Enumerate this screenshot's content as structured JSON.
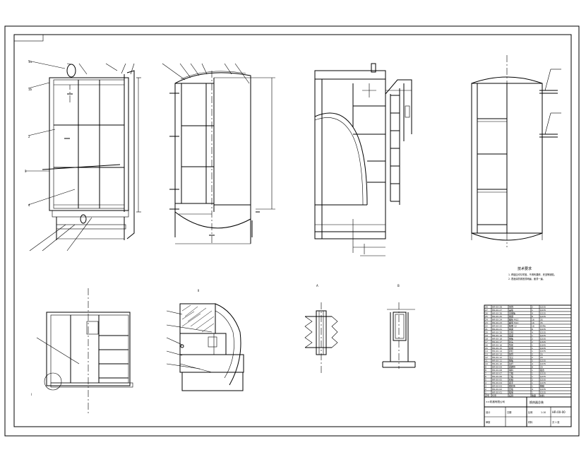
{
  "drawing": {
    "notes_heading": "技术要求",
    "notes_lines": [
      "1. 焊缝应均匀牢固，不得有漏焊、夹渣等缺陷。",
      "2. 表面涂防锈底漆两遍，面漆一遍。"
    ],
    "section_labels": [
      "I",
      "II",
      "A"
    ],
    "title_block": {
      "company": "××机械有限公司",
      "drawing_name": "换热器总装",
      "drawing_no": "HR-00-00",
      "scale_label": "比例",
      "scale": "1:10",
      "sheet_label": "共 1 张",
      "material_label": "材料",
      "designer_label": "设计",
      "checker_label": "审核",
      "date_label": "日期"
    },
    "bom_rows": [
      [
        "28",
        "HR-00-28",
        "吊耳",
        "2",
        "Q235"
      ],
      [
        "27",
        "HR-00-27",
        "盖板",
        "1",
        "Q235"
      ],
      [
        "26",
        "HR-00-26",
        "支撑板",
        "4",
        "Q235"
      ],
      [
        "25",
        "HR-00-25",
        "角钢",
        "8",
        "Q235"
      ],
      [
        "24",
        "HR-00-24",
        "螺栓 M12",
        "16",
        "35"
      ],
      [
        "23",
        "HR-00-23",
        "螺母 M12",
        "16",
        "35"
      ],
      [
        "22",
        "HR-00-22",
        "垫圈 12",
        "16",
        "65Mn"
      ],
      [
        "21",
        "HR-00-21",
        "横梁",
        "6",
        "Q235"
      ],
      [
        "20",
        "HR-00-20",
        "立柱",
        "4",
        "Q235"
      ],
      [
        "19",
        "HR-00-19",
        "底座",
        "1",
        "Q235"
      ],
      [
        "18",
        "HR-00-18",
        "侧板",
        "2",
        "Q235"
      ],
      [
        "17",
        "HR-00-17",
        "封头",
        "2",
        "Q345"
      ],
      [
        "16",
        "HR-00-16",
        "筒体",
        "1",
        "Q345"
      ],
      [
        "15",
        "HR-00-15",
        "爬梯",
        "1",
        "Q235"
      ],
      [
        "14",
        "HR-00-14",
        "护栏",
        "1",
        "Q235"
      ],
      [
        "13",
        "HR-00-13",
        "接管",
        "2",
        "20"
      ],
      [
        "12",
        "HR-00-12",
        "法兰",
        "2",
        "20"
      ],
      [
        "11",
        "HR-00-11",
        "隔板",
        "5",
        "Q235"
      ],
      [
        "10",
        "HR-00-10",
        "拉杆",
        "4",
        "Q235"
      ],
      [
        "9",
        "HR-00-09",
        "定距管",
        "8",
        "20"
      ],
      [
        "8",
        "HR-00-08",
        "填料",
        "1",
        "组合"
      ],
      [
        "7",
        "HR-00-07",
        "门框",
        "1",
        "Q235"
      ],
      [
        "6",
        "HR-00-06",
        "门板",
        "1",
        "Q235"
      ],
      [
        "5",
        "HR-00-05",
        "铰链",
        "2",
        "Q235"
      ],
      [
        "4",
        "HR-00-04",
        "把手",
        "1",
        "Q235"
      ],
      [
        "3",
        "HR-00-03",
        "密封条",
        "1",
        "橡胶"
      ],
      [
        "2",
        "HR-00-02",
        "压板",
        "4",
        "Q235"
      ],
      [
        "1",
        "HR-00-01",
        "框架",
        "1",
        "Q235"
      ]
    ],
    "bom_header": [
      "序号",
      "代号",
      "名称",
      "数量",
      "材料"
    ]
  }
}
